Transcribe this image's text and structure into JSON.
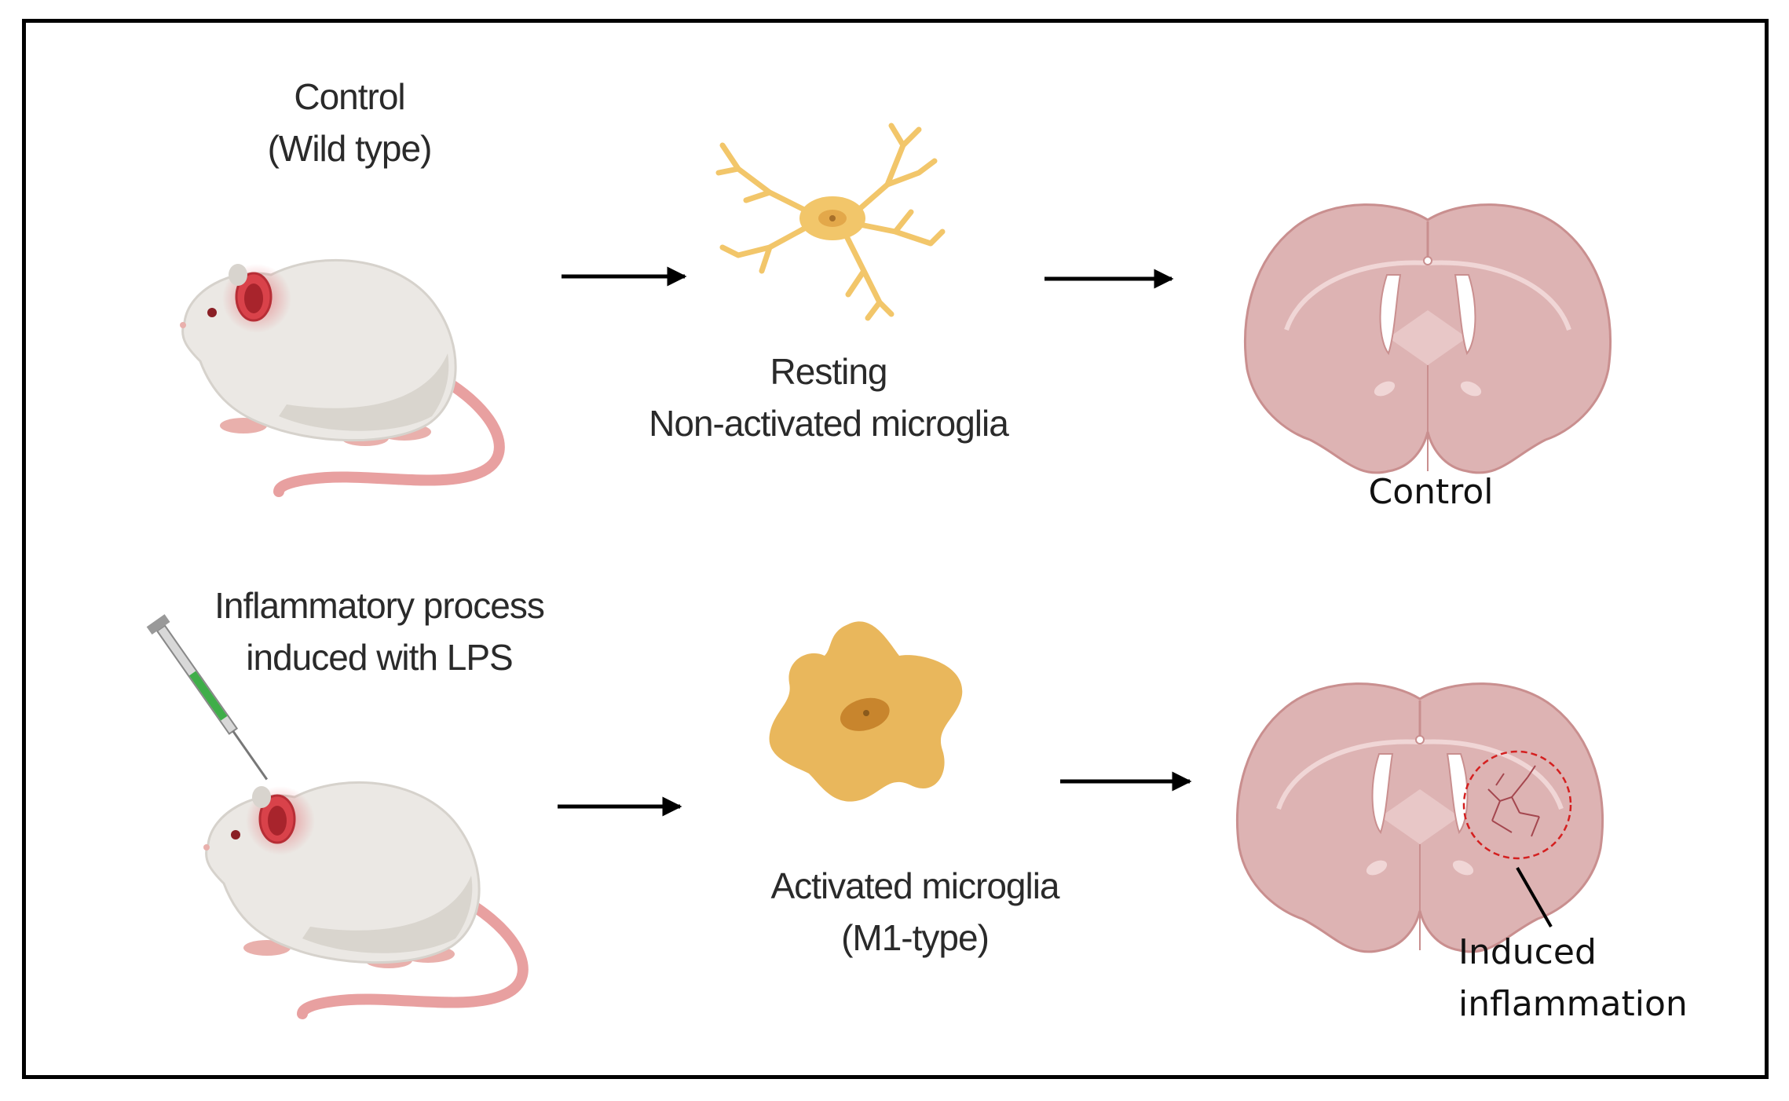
{
  "labels": {
    "control_group": [
      "Control",
      "(Wild type)"
    ],
    "lps_group": [
      "Inflammatory process",
      "induced with LPS"
    ],
    "resting_microglia": [
      "Resting",
      "Non-activated microglia"
    ],
    "activated_microglia": [
      "Activated  microglia",
      "(M1-type)"
    ],
    "control_brain": "Control",
    "induced_inflammation": [
      "Induced",
      "inflammation"
    ]
  },
  "colors": {
    "mouse_body": "#ebe8e4",
    "mouse_ear": "#d9424a",
    "tail": "#e8a0a0",
    "resting_cell": "#f2c66a",
    "activated_cell": "#e9b75c",
    "brain_fill": "#ddb3b3",
    "brain_outline": "#c98f8f",
    "inflammation_circle": "#d42020",
    "syringe_fluid": "#3fae49",
    "arrow": "#000000"
  },
  "icons": {
    "mouse": "mouse-icon",
    "syringe": "syringe-icon",
    "resting_cell": "resting-microglia-icon",
    "activated_cell": "activated-microglia-icon",
    "brain": "brain-section-icon"
  }
}
